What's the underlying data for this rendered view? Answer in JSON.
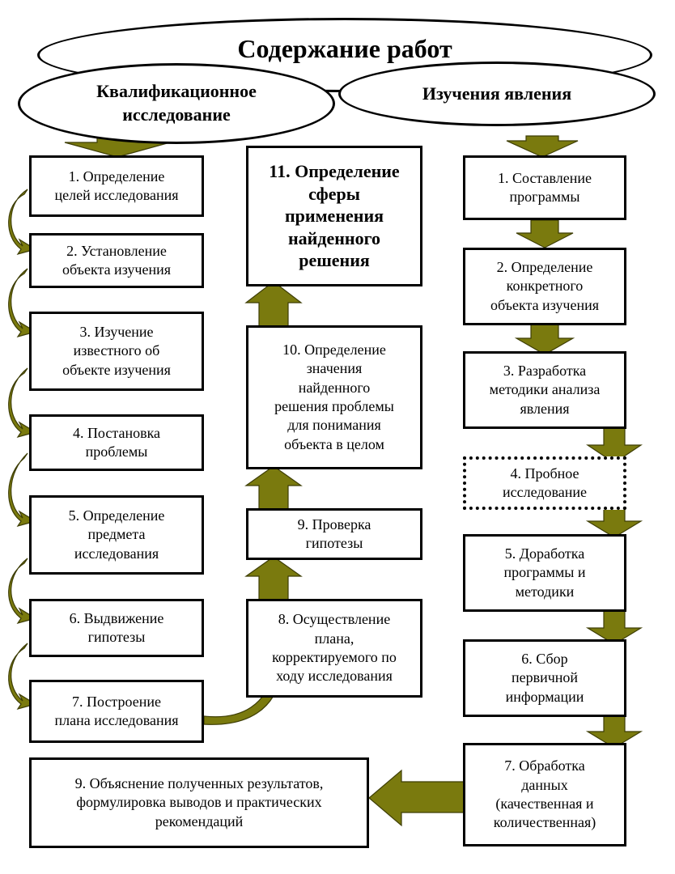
{
  "colors": {
    "arrow_fill": "#7a7a0e",
    "arrow_stroke": "#3d3d05",
    "border": "#000000"
  },
  "header": {
    "title": "Содержание работ",
    "left": "Квалификационное\nисследование",
    "right": "Изучения явления"
  },
  "left_column": [
    "1. Определение\nцелей исследования",
    "2. Установление\nобъекта изучения",
    "3. Изучение\nизвестного об\nобъекте изучения",
    "4. Постановка\nпроблемы",
    "5. Определение\nпредмета\nисследования",
    "6. Выдвижение\nгипотезы",
    "7. Построение\nплана исследования"
  ],
  "middle_column": {
    "box8": "8. Осуществление\nплана,\nкорректируемого по\nходу исследования",
    "box9": "9. Проверка\nгипотезы",
    "box10": "10. Определение\nзначения\nнайденного\nрешения проблемы\nдля понимания\nобъекта в целом",
    "box11": "11. Определение\nсферы\nприменения\nнайденного\nрешения"
  },
  "right_column": [
    "1. Составление\nпрограммы",
    "2. Определение\nконкретного\nобъекта изучения",
    "3. Разработка\nметодики анализа\nявления",
    "4. Пробное\nисследование",
    "5. Доработка\nпрограммы и\nметодики",
    "6. Сбор\nпервичной\nинформации",
    "7. Обработка\nданных\n(качественная и\nколичественная)"
  ],
  "bottom_box": "9. Объяснение полученных результатов,\nформулировка выводов и практических\nрекомендаций"
}
